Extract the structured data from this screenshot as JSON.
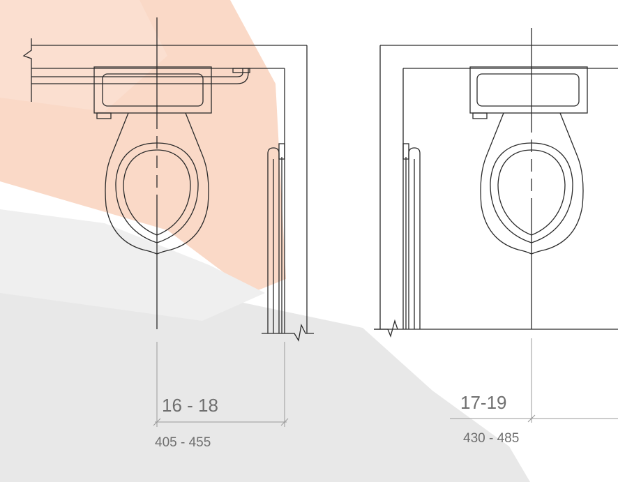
{
  "colors": {
    "line": "#2a2a2a",
    "dimension_line": "#9a9a9a",
    "dimension_text": "#6f6f6f",
    "background_accent_orange": "#f9d2bd",
    "background_accent_gray": "#e8e8e8"
  },
  "diagrams": [
    {
      "id": "side-wall-left",
      "dimension_imperial": "16 - 18",
      "dimension_metric": "405 - 455"
    },
    {
      "id": "side-wall-right",
      "dimension_imperial": "17-19",
      "dimension_metric": "430 - 485"
    }
  ]
}
